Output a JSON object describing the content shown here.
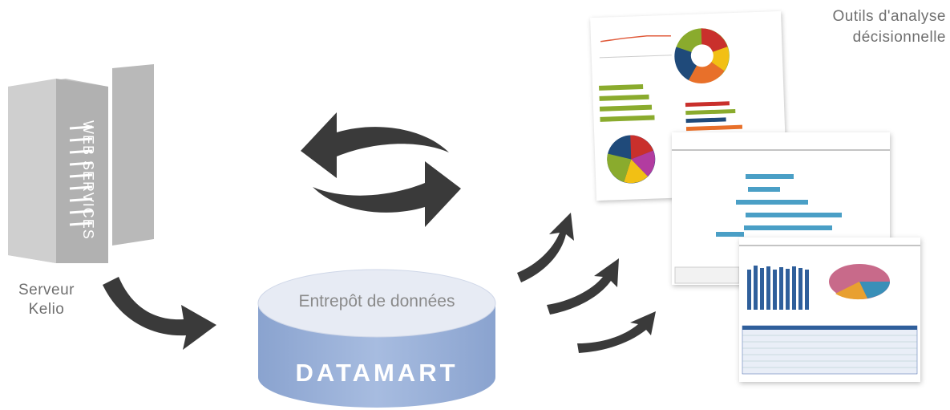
{
  "labels": {
    "server": "Serveur Kelio",
    "web_services": "WEB SERVICES",
    "warehouse": "Entrepôt de données",
    "datamart": "DATAMART",
    "tools": "Outils d'analyse décisionnelle"
  },
  "colors": {
    "arrow": "#3a3a3a",
    "server_gray": "#b8b8b8",
    "cylinder_top": "#e8ecf5",
    "cylinder_body": "#9bb1d7",
    "bar_green": "#8aab2d",
    "bar_blue": "#4a9fc6",
    "bar_dark_blue": "#2f5f9b"
  },
  "icons": [
    "server-icon",
    "web-services-server-icon",
    "sync-arrows-icon",
    "datamart-cylinder-icon",
    "report-icon"
  ]
}
